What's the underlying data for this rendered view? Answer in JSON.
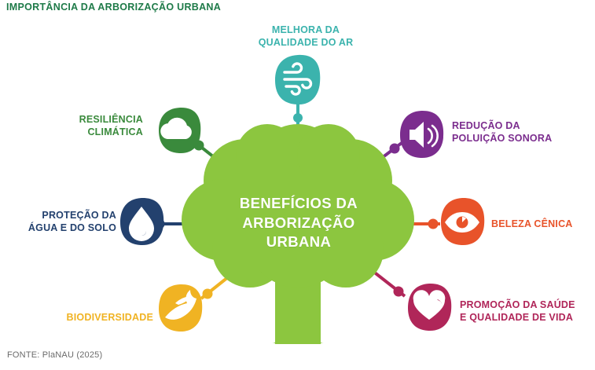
{
  "title": "IMPORTÂNCIA DA ARBORIZAÇÃO URBANA",
  "footer": "FONTE: PlaNAU (2025)",
  "center": {
    "text": "BENEFÍCIOS DA\nARBORIZAÇÃO\nURBANA",
    "canopy_color": "#8CC63F",
    "trunk_color": "#8CC63F"
  },
  "colors": {
    "title_green": "#1E7A48",
    "footer_gray": "#6B6B6B",
    "background": "#FFFFFF"
  },
  "nodes": [
    {
      "id": "melhora-qualidade-ar",
      "label": "MELHORA DA\nQUALIDADE DO AR",
      "icon": "wind-icon",
      "color": "#3BB3AD"
    },
    {
      "id": "resiliencia-climatica",
      "label": "RESILIÊNCIA\nCLIMÁTICA",
      "icon": "cloud-icon",
      "color": "#3A8A3C"
    },
    {
      "id": "protecao-agua-solo",
      "label": "PROTEÇÃO DA\nÁGUA E DO SOLO",
      "icon": "water-drop-icon",
      "color": "#23416E"
    },
    {
      "id": "biodiversidade",
      "label": "BIODIVERSIDADE",
      "icon": "bird-icon",
      "color": "#F0B323"
    },
    {
      "id": "reducao-poluicao-sonora",
      "label": "REDUÇÃO DA\nPOLUIÇÃO SONORA",
      "icon": "speaker-icon",
      "color": "#7B2D8E"
    },
    {
      "id": "beleza-cenica",
      "label": "BELEZA CÊNICA",
      "icon": "eye-icon",
      "color": "#E8532A"
    },
    {
      "id": "promocao-saude-qualidade-vida",
      "label": "PROMOÇÃO DA SAÚDE\nE QUALIDADE DE VIDA",
      "icon": "heart-icon",
      "color": "#B02659"
    }
  ],
  "chart_data": {
    "type": "diagram",
    "title": "IMPORTÂNCIA DA ARBORIZAÇÃO URBANA",
    "center_node": "BENEFÍCIOS DA ARBORIZAÇÃO URBANA",
    "branches": [
      "MELHORA DA QUALIDADE DO AR",
      "RESILIÊNCIA CLIMÁTICA",
      "PROTEÇÃO DA ÁGUA E DO SOLO",
      "BIODIVERSIDADE",
      "REDUÇÃO DA POLUIÇÃO SONORA",
      "BELEZA CÊNICA",
      "PROMOÇÃO DA SAÚDE E QUALIDADE DE VIDA"
    ],
    "branch_count": 7,
    "source": "FONTE: PlaNAU (2025)"
  }
}
